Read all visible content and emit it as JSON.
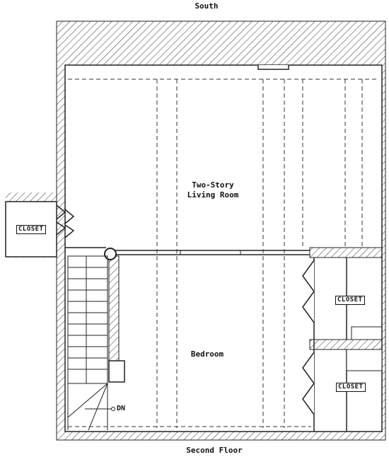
{
  "title_top": "South",
  "title_bottom": "Second Floor",
  "rooms": {
    "living_room_line1": "Two-Story",
    "living_room_line2": "Living Room",
    "bedroom": "Bedroom"
  },
  "closets": {
    "left": "CLOSET",
    "right_upper": "CLOSET",
    "right_lower": "CLOSET"
  },
  "stair_label": "DN"
}
